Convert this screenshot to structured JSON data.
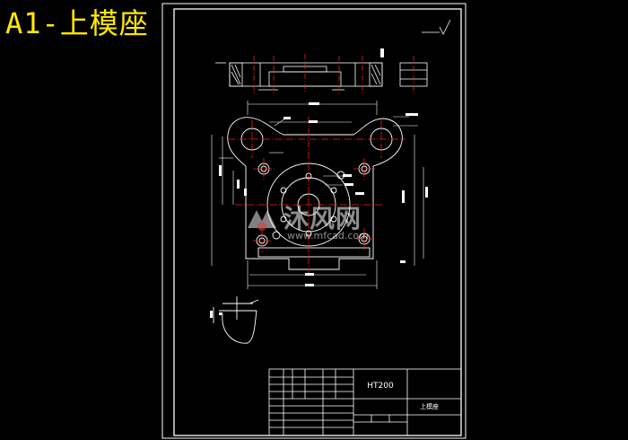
{
  "heading": "A1-上模座",
  "title_block": {
    "material": "HT200",
    "part_name": "上模座"
  },
  "watermark": {
    "main": "沐风网",
    "sub": "www.mfcad.com"
  },
  "colors": {
    "background": "#000000",
    "heading": "#ffe900",
    "lines": "#ffffff",
    "centerlines": "#ff1a1a"
  }
}
